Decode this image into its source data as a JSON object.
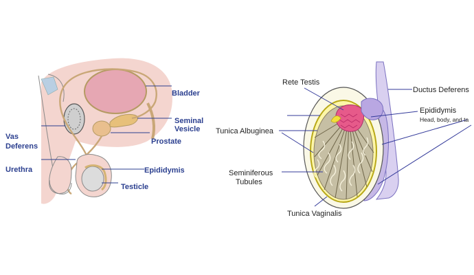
{
  "left_diagram": {
    "labels": {
      "bladder": "Bladder",
      "seminal_vesicle_1": "Seminal",
      "seminal_vesicle_2": "Vesicle",
      "vas_deferens_1": "Vas",
      "vas_deferens_2": "Deferens",
      "prostate": "Prostate",
      "urethra": "Urethra",
      "epididymis": "Epididymis",
      "testicle": "Testicle"
    }
  },
  "right_diagram": {
    "labels": {
      "rete_testis": "Rete Testis",
      "ductus_deferens": "Ductus Deferens",
      "epididymis": "Epididymis",
      "epididymis_sub": "Head, body, and ta",
      "tunica_albuginea": "Tunica Albuginea",
      "seminiferous_1": "Seminiferous",
      "seminiferous_2": "Tubules",
      "tunica_vaginalis": "Tunica Vaginalis"
    }
  }
}
